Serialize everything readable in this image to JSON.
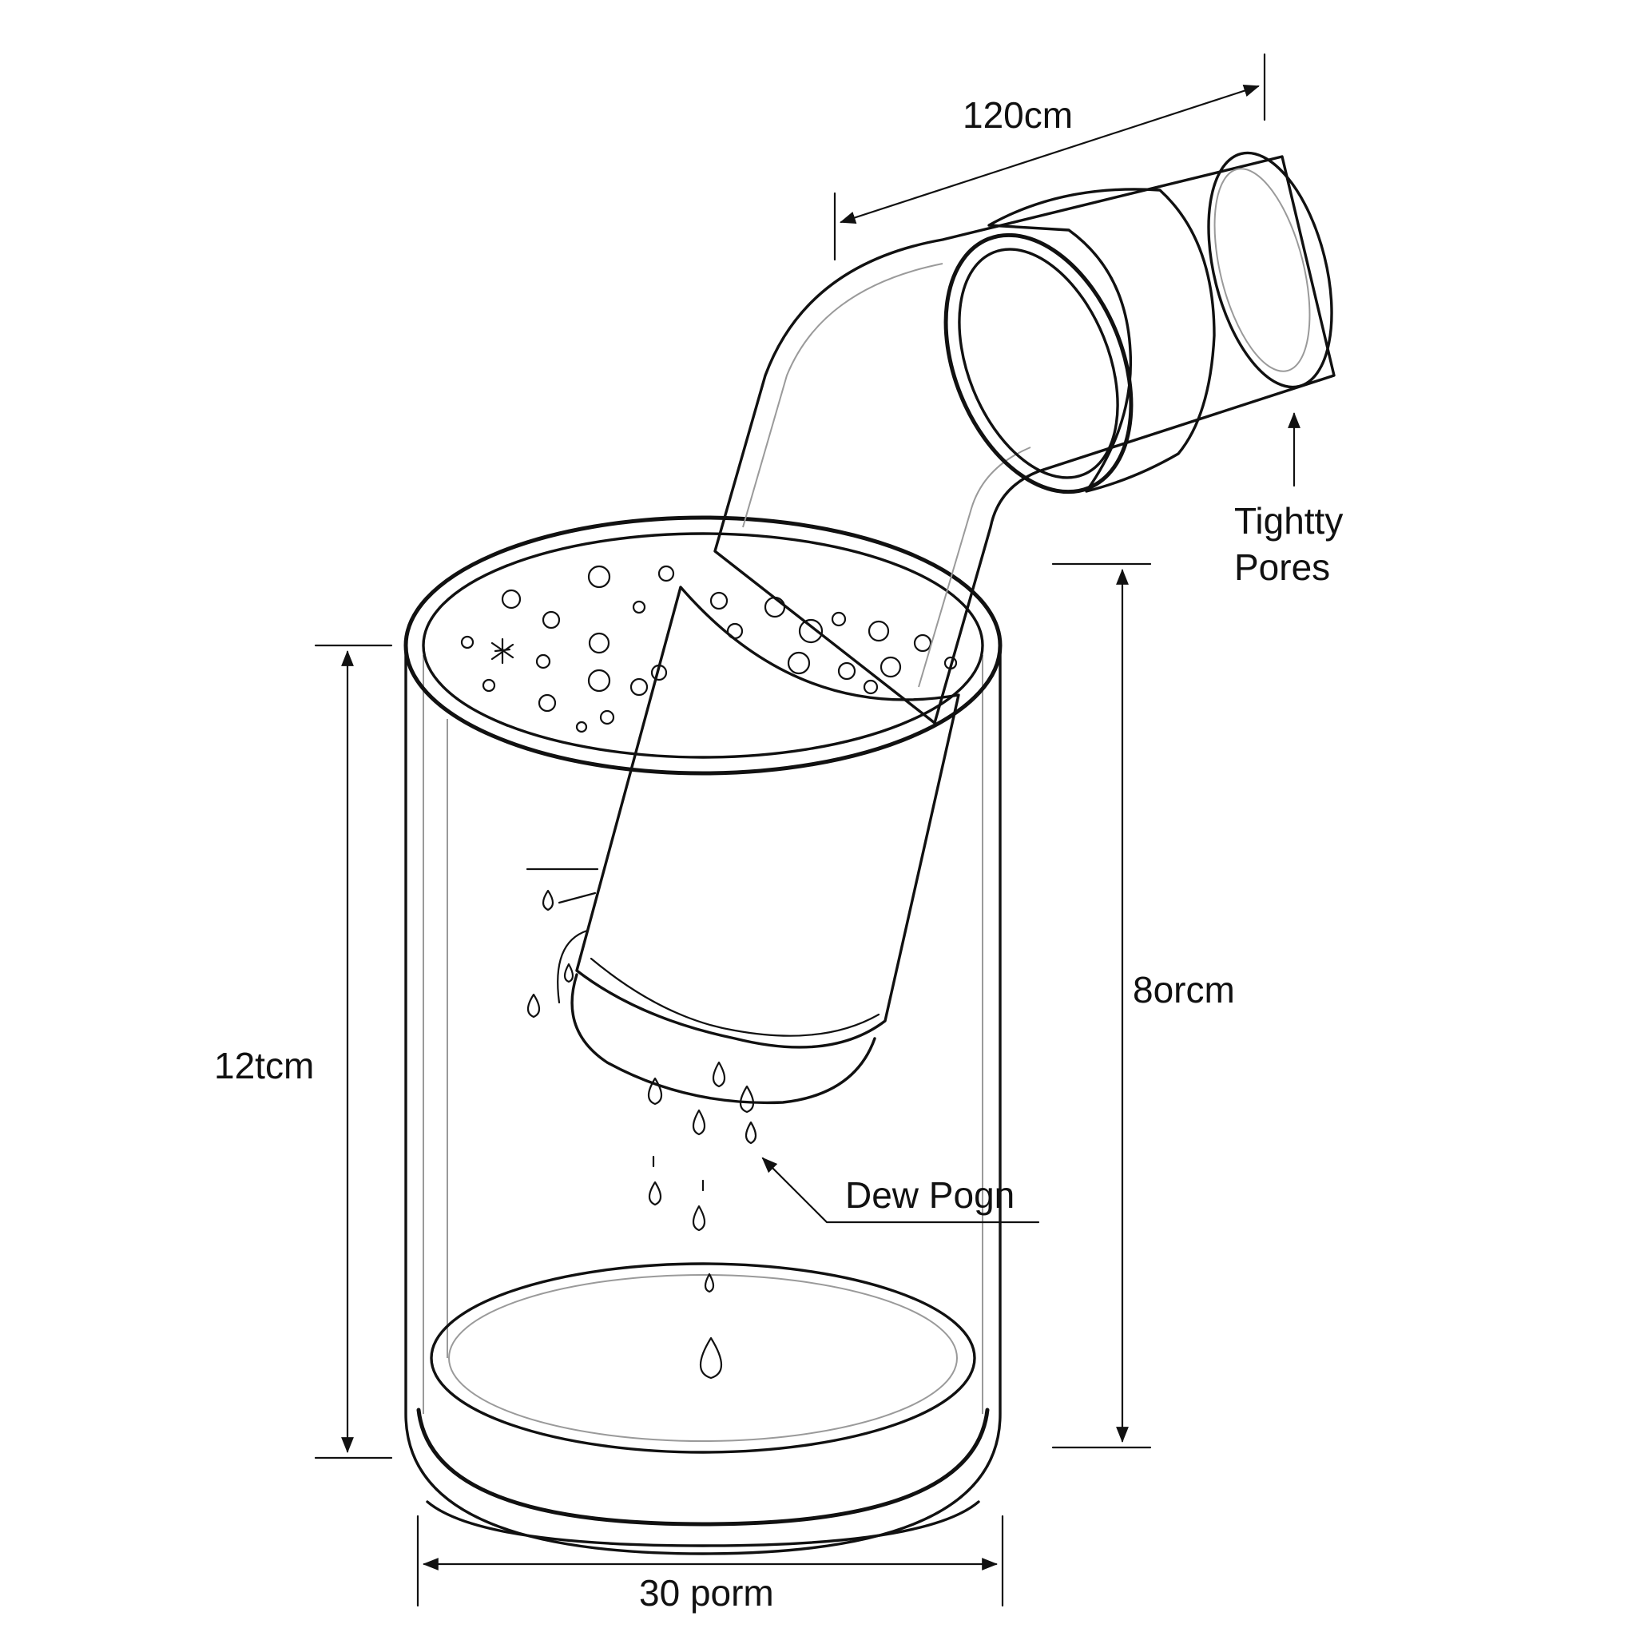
{
  "labels": {
    "tube_length": "120cm",
    "annotation_pores": [
      "Tightty",
      "Pores"
    ],
    "right_height": "8orcm",
    "left_height": "12tcm",
    "drip_label": "Dew Pogn",
    "base_width": "30 porm"
  },
  "colors": {
    "ink": "#111111",
    "glass_tint": "#f2f2f2",
    "mesh_shade": "#d8d8d8"
  }
}
